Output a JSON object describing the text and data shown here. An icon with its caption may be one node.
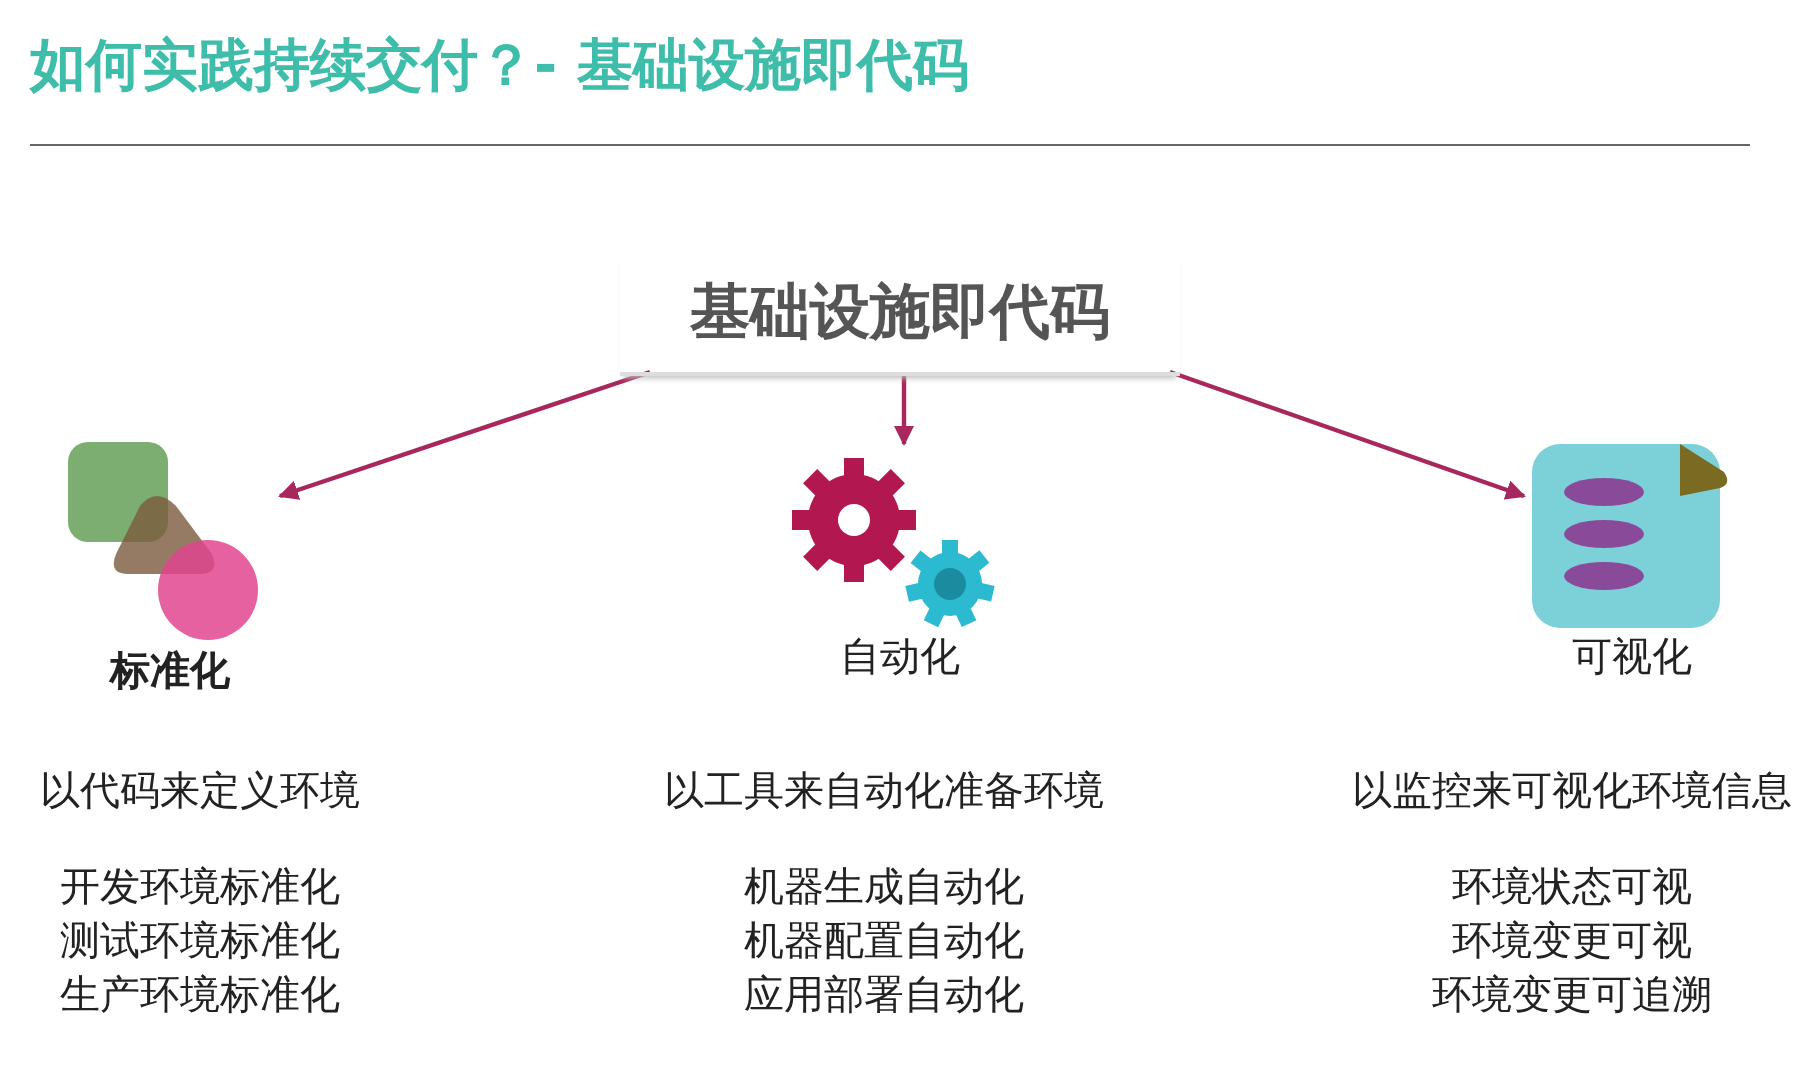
{
  "diagram": {
    "title": "如何实践持续交付？- 基础设施即代码",
    "nodes": [
      {
        "text": [
          "基础设施即代码"
        ]
      },
      {
        "text": [],
        "shape": "picture",
        "beside": [
          "标准化"
        ]
      },
      {
        "text": [],
        "shape": "picture",
        "beside": [
          "自动化"
        ]
      },
      {
        "text": [],
        "shape": "picture",
        "beside": [
          "可视化"
        ]
      }
    ],
    "edges": [
      {
        "from": 0,
        "to": 1,
        "arrow": "to"
      },
      {
        "from": 0,
        "to": 2,
        "arrow": "to"
      },
      {
        "from": 0,
        "to": 3,
        "arrow": "to"
      }
    ],
    "labels": [
      "以代码来定义环境",
      "以工具来自动化准备环境",
      "以监控来可视化环境信息",
      "开发环境标准化",
      "机器生成自动化",
      "环境状态可视",
      "测试环境标准化",
      "机器配置自动化",
      "环境变更可视",
      "生产环境标准化",
      "应用部署自动化",
      "环境变更可追溯"
    ]
  }
}
